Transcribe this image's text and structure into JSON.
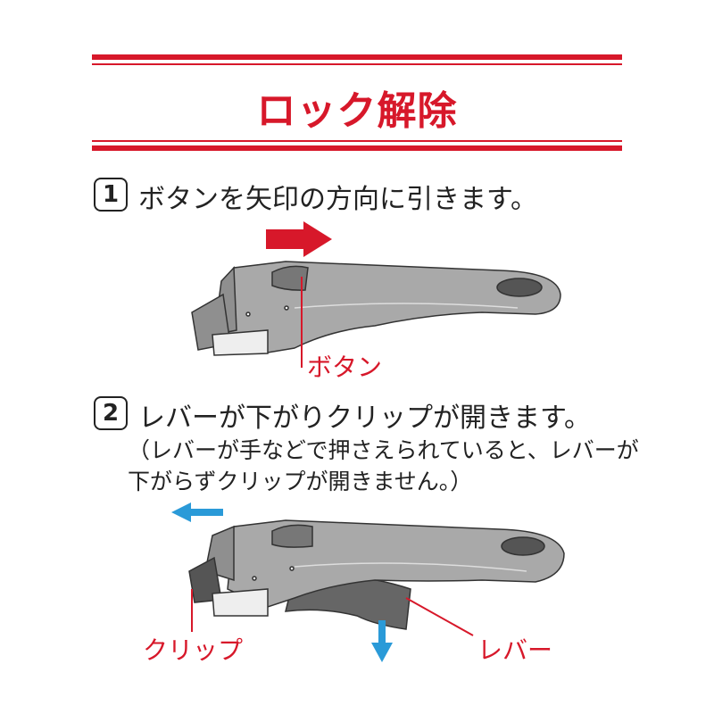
{
  "title": "ロック解除",
  "steps": [
    {
      "number": "1",
      "text": "ボタンを矢印の方向に引きます。"
    },
    {
      "number": "2",
      "text": "レバーが下がりクリップが開きます。",
      "note_lines": [
        "（レバーが手などで押さえられていると、レバーが",
        "下がらずクリップが開きません。）"
      ]
    }
  ],
  "labels": {
    "button": "ボタン",
    "clip": "クリップ",
    "lever": "レバー"
  },
  "colors": {
    "accent_red": "#d7182a",
    "arrow_blue": "#2a9ad8",
    "handle_gray": "#a9a9a9"
  }
}
